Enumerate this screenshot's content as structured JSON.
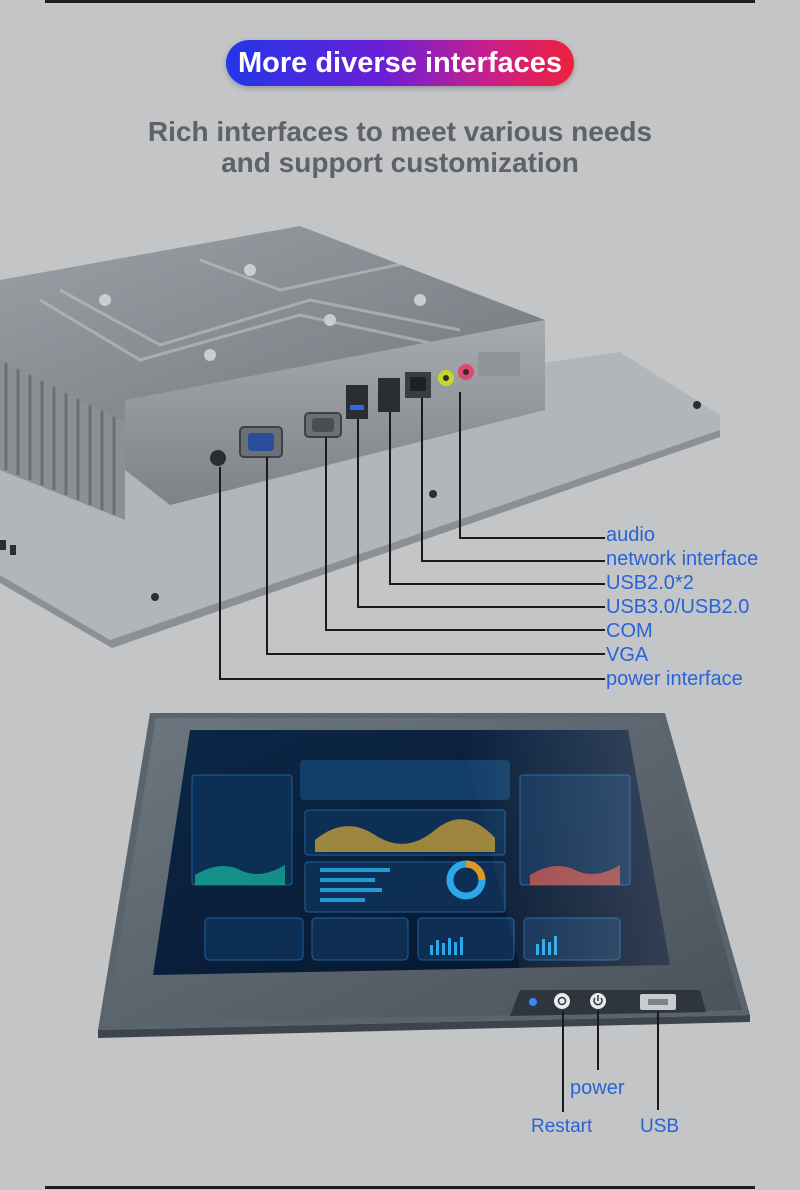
{
  "header": {
    "badge": "More diverse interfaces",
    "subtitle_line1": "Rich interfaces to meet various needs",
    "subtitle_line2": "and support customization"
  },
  "rear_ports": [
    "audio",
    "network interface",
    "USB2.0*2",
    "USB3.0/USB2.0",
    "COM",
    "VGA",
    "power interface"
  ],
  "front_controls": {
    "power": "power",
    "restart": "Restart",
    "usb": "USB"
  },
  "colors": {
    "accent_text": "#2a63d8",
    "badge_gradient_start": "#2236e8",
    "badge_gradient_end": "#f0203c",
    "background": "#c3c5c7"
  }
}
